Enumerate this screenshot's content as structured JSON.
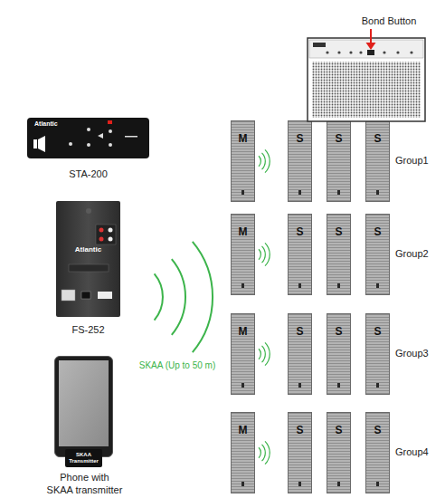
{
  "diagram": {
    "nodes": [
      {
        "text": [
          "Atlantic",
          "STA-200"
        ]
      },
      {
        "text": [
          "Atlantic",
          "FS-252"
        ]
      },
      {
        "text": [
          "Phone with SKAA transmitter"
        ]
      },
      {
        "text": [
          "SKAA Transmitter"
        ],
        "in": 2
      },
      {
        "text": [
          "M"
        ]
      },
      {
        "text": [
          "S"
        ]
      },
      {
        "text": [
          "S"
        ]
      },
      {
        "text": [
          "S"
        ]
      },
      {
        "text": [
          "M"
        ]
      },
      {
        "text": [
          "S"
        ]
      },
      {
        "text": [
          "S"
        ]
      },
      {
        "text": [
          "S"
        ]
      },
      {
        "text": [
          "M"
        ]
      },
      {
        "text": [
          "S"
        ]
      },
      {
        "text": [
          "S"
        ]
      },
      {
        "text": [
          "S"
        ]
      },
      {
        "text": [
          "M"
        ]
      },
      {
        "text": [
          "S"
        ]
      },
      {
        "text": [
          "S"
        ]
      },
      {
        "text": [
          "S"
        ]
      }
    ],
    "labels": [
      "Bond Button",
      "SKAA (Up to 50 m)",
      "Group1",
      "Group2",
      "Group3",
      "Group4"
    ]
  }
}
